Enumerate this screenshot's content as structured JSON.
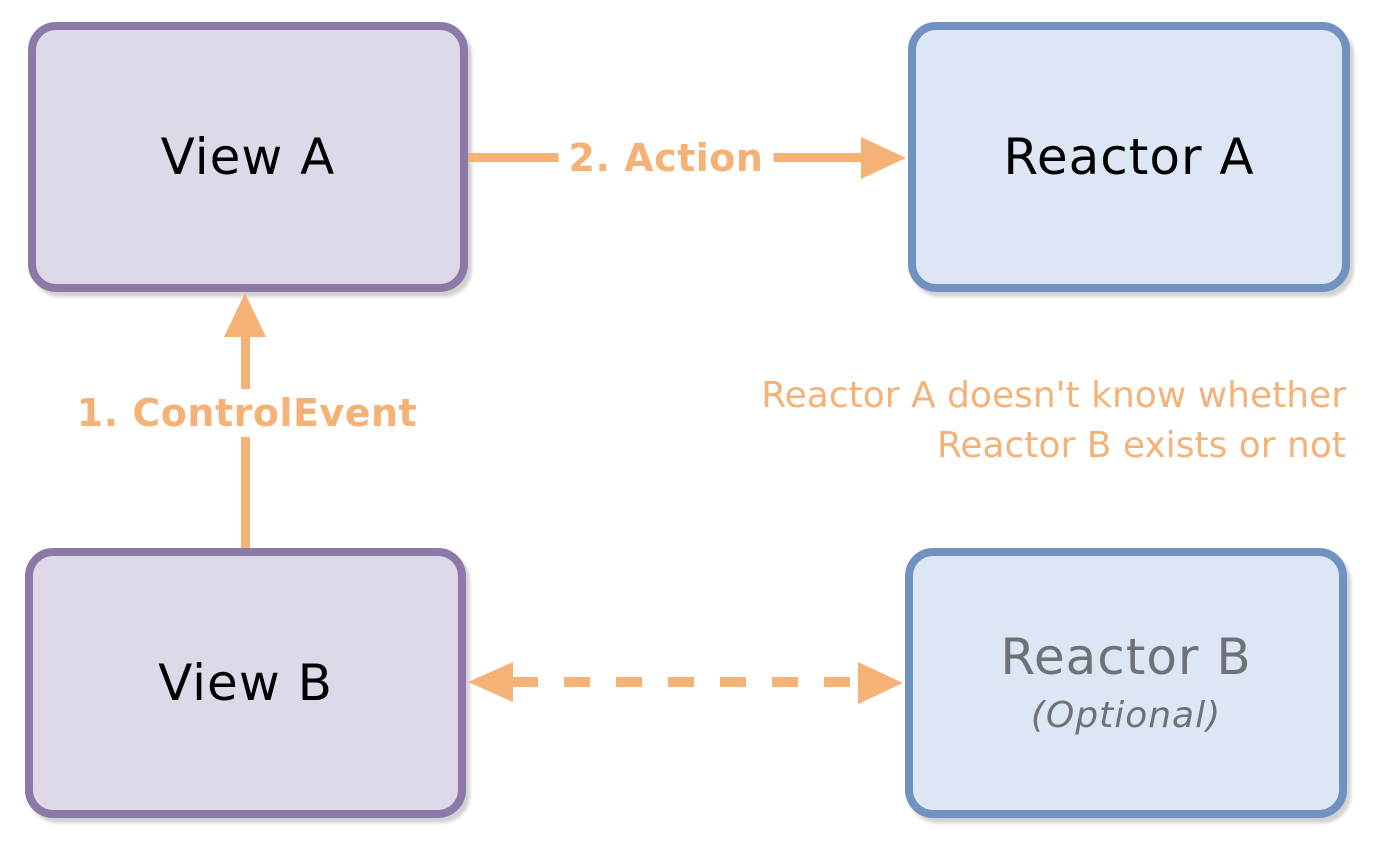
{
  "diagram": {
    "nodes": {
      "view_a": {
        "label": "View A"
      },
      "reactor_a": {
        "label": "Reactor A"
      },
      "view_b": {
        "label": "View B"
      },
      "reactor_b": {
        "label": "Reactor B",
        "sublabel": "(Optional)"
      }
    },
    "edges": {
      "control_event": {
        "label": "1. ControlEvent",
        "from": "view_b",
        "to": "view_a",
        "style": "solid",
        "direction": "up"
      },
      "action": {
        "label": "2. Action",
        "from": "view_a",
        "to": "reactor_a",
        "style": "solid",
        "direction": "right"
      },
      "optional_link": {
        "from": "view_b",
        "to": "reactor_b",
        "style": "dashed",
        "direction": "bidirectional"
      }
    },
    "annotation": {
      "line1": "Reactor A doesn't know whether",
      "line2": "Reactor B exists or not"
    },
    "colors": {
      "purple_fill": "#DFD8E9",
      "purple_stroke": "#8C79A8",
      "blue_fill": "#DCE6F5",
      "blue_stroke": "#7191C1",
      "orange": "#F5B277",
      "gray_text": "#6E7175"
    }
  }
}
